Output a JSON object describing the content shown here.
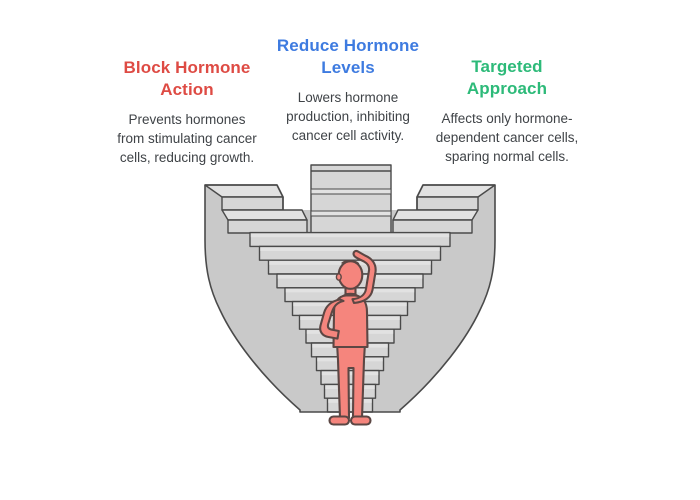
{
  "theme": {
    "background": "#ffffff",
    "text_color": "#3F4347",
    "structure_outline": "#4A4A4A",
    "structure_fill": "#D6D6D6",
    "structure_side_fill": "#C9C9C9",
    "structure_light_fill": "#E2E2E2",
    "person_fill": "#F5857D",
    "person_outline": "#5C4744"
  },
  "columns": [
    {
      "id": "block-hormone-action",
      "heading_lines": [
        "Block Hormone",
        "Action"
      ],
      "heading_color": "#DE4B44",
      "body_lines": [
        "Prevents hormones",
        "from stimulating cancer",
        "cells, reducing growth."
      ]
    },
    {
      "id": "reduce-hormone-levels",
      "heading_lines": [
        "Reduce Hormone",
        "Levels"
      ],
      "heading_color": "#3E7BE0",
      "body_lines": [
        "Lowers hormone",
        "production, inhibiting",
        "cancer cell activity."
      ]
    },
    {
      "id": "targeted-approach",
      "heading_lines": [
        "Targeted",
        "Approach"
      ],
      "heading_color": "#2DBA79",
      "body_lines": [
        "Affects only hormone-",
        "dependent cancer cells,",
        "sparing normal cells."
      ]
    }
  ],
  "illustration": {
    "alt": "Person scratching head while looking up at an inverted stepped funnel structure"
  }
}
